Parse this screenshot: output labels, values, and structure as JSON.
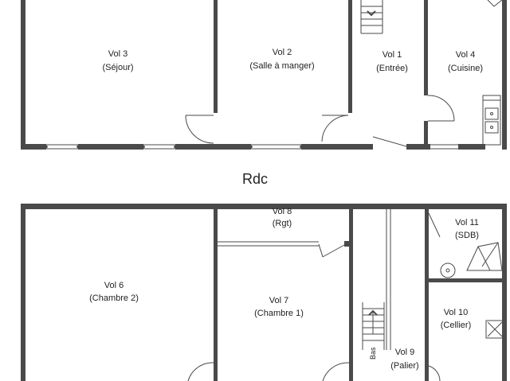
{
  "level_title": "Rdc",
  "rooms": [
    {
      "name": "Vol 3",
      "desc": "(Séjour)"
    },
    {
      "name": "Vol 2",
      "desc": "(Salle à manger)"
    },
    {
      "name": "Vol 1",
      "desc": "(Entrée)"
    },
    {
      "name": "Vol 4",
      "desc": "(Cuisine)"
    },
    {
      "name": "Vol 8",
      "desc": "(Rgt)"
    },
    {
      "name": "Vol 11",
      "desc": "(SDB)"
    },
    {
      "name": "Vol 6",
      "desc": "(Chambre 2)"
    },
    {
      "name": "Vol 7",
      "desc": "(Chambre 1)"
    },
    {
      "name": "Vol 10",
      "desc": "(Cellier)"
    },
    {
      "name": "Vol 9",
      "desc": "(Palier)"
    }
  ],
  "stair_label": "Bas"
}
